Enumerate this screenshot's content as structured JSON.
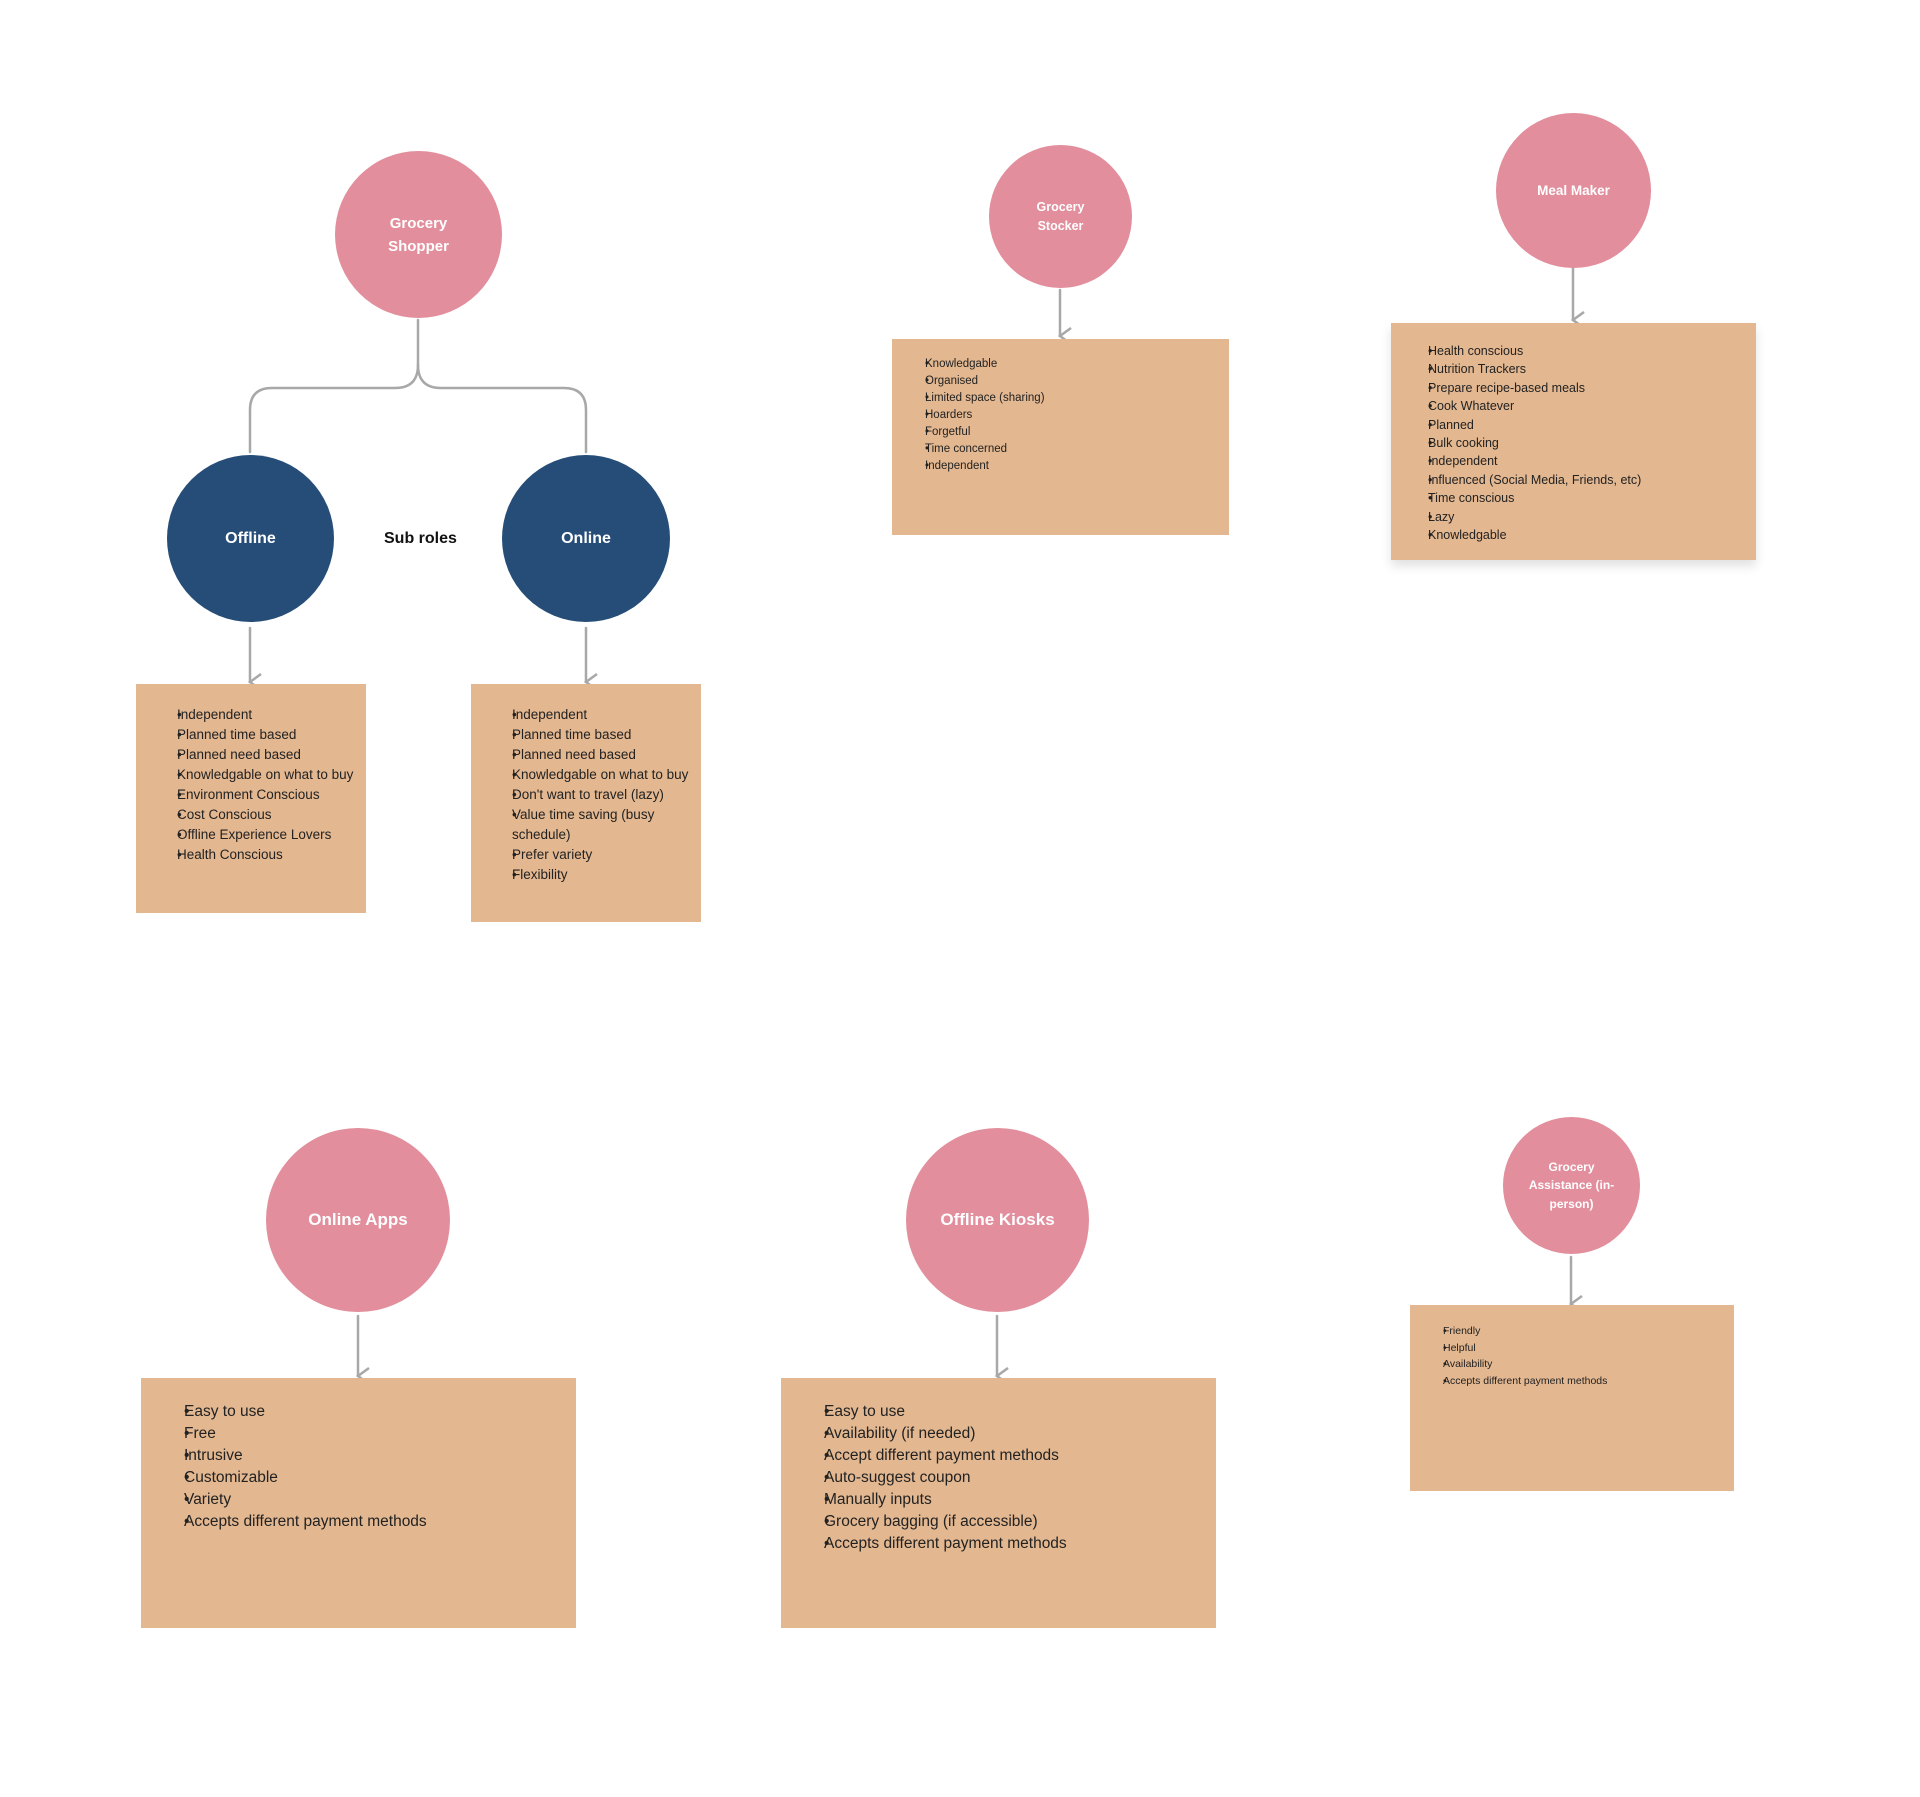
{
  "diagram": {
    "colors": {
      "role_circle": "#e28e9c",
      "subrole_circle": "#264d78",
      "note_box": "#e3b790",
      "connector": "#a8a8a8",
      "background": "#ffffff"
    },
    "grocery_shopper": {
      "title": "Grocery Shopper",
      "sub_roles_label": "Sub roles",
      "offline": {
        "title": "Offline",
        "items": [
          "Independent",
          "Planned time based",
          "Planned need based",
          "Knowledgable on what to buy",
          "Environment Conscious",
          "Cost Conscious",
          "Offline Experience Lovers",
          "Health Conscious"
        ]
      },
      "online": {
        "title": "Online",
        "items": [
          "Independent",
          "Planned time based",
          "Planned need based",
          "Knowledgable on what to buy",
          "Don't want to travel (lazy)",
          "Value time saving (busy schedule)",
          "Prefer variety",
          "Flexibility"
        ]
      }
    },
    "grocery_stocker": {
      "title": "Grocery Stocker",
      "items": [
        "Knowledgable",
        "Organised",
        "Limited space (sharing)",
        "Hoarders",
        "Forgetful",
        "Time concerned",
        "Independent"
      ]
    },
    "meal_maker": {
      "title": "Meal Maker",
      "items": [
        "Health conscious",
        "Nutrition Trackers",
        "Prepare recipe-based meals",
        "Cook Whatever",
        "Planned",
        "Bulk cooking",
        "Independent",
        "Influenced (Social Media, Friends, etc)",
        "Time conscious",
        "Lazy",
        "Knowledgable"
      ]
    },
    "online_apps": {
      "title": "Online Apps",
      "items": [
        "Easy to use",
        "Free",
        "Intrusive",
        "Customizable",
        "Variety",
        "Accepts different payment methods"
      ]
    },
    "offline_kiosks": {
      "title": "Offline Kiosks",
      "items": [
        "Easy to use",
        "Availability (if needed)",
        "Accept different payment methods",
        "Auto-suggest coupon",
        "Manually inputs",
        "Grocery bagging (if accessible)",
        "Accepts different payment methods"
      ]
    },
    "grocery_assistance": {
      "title": "Grocery Assistance (in-person)",
      "items": [
        "Friendly",
        "Helpful",
        "Availability",
        "Accepts different payment methods"
      ]
    }
  }
}
